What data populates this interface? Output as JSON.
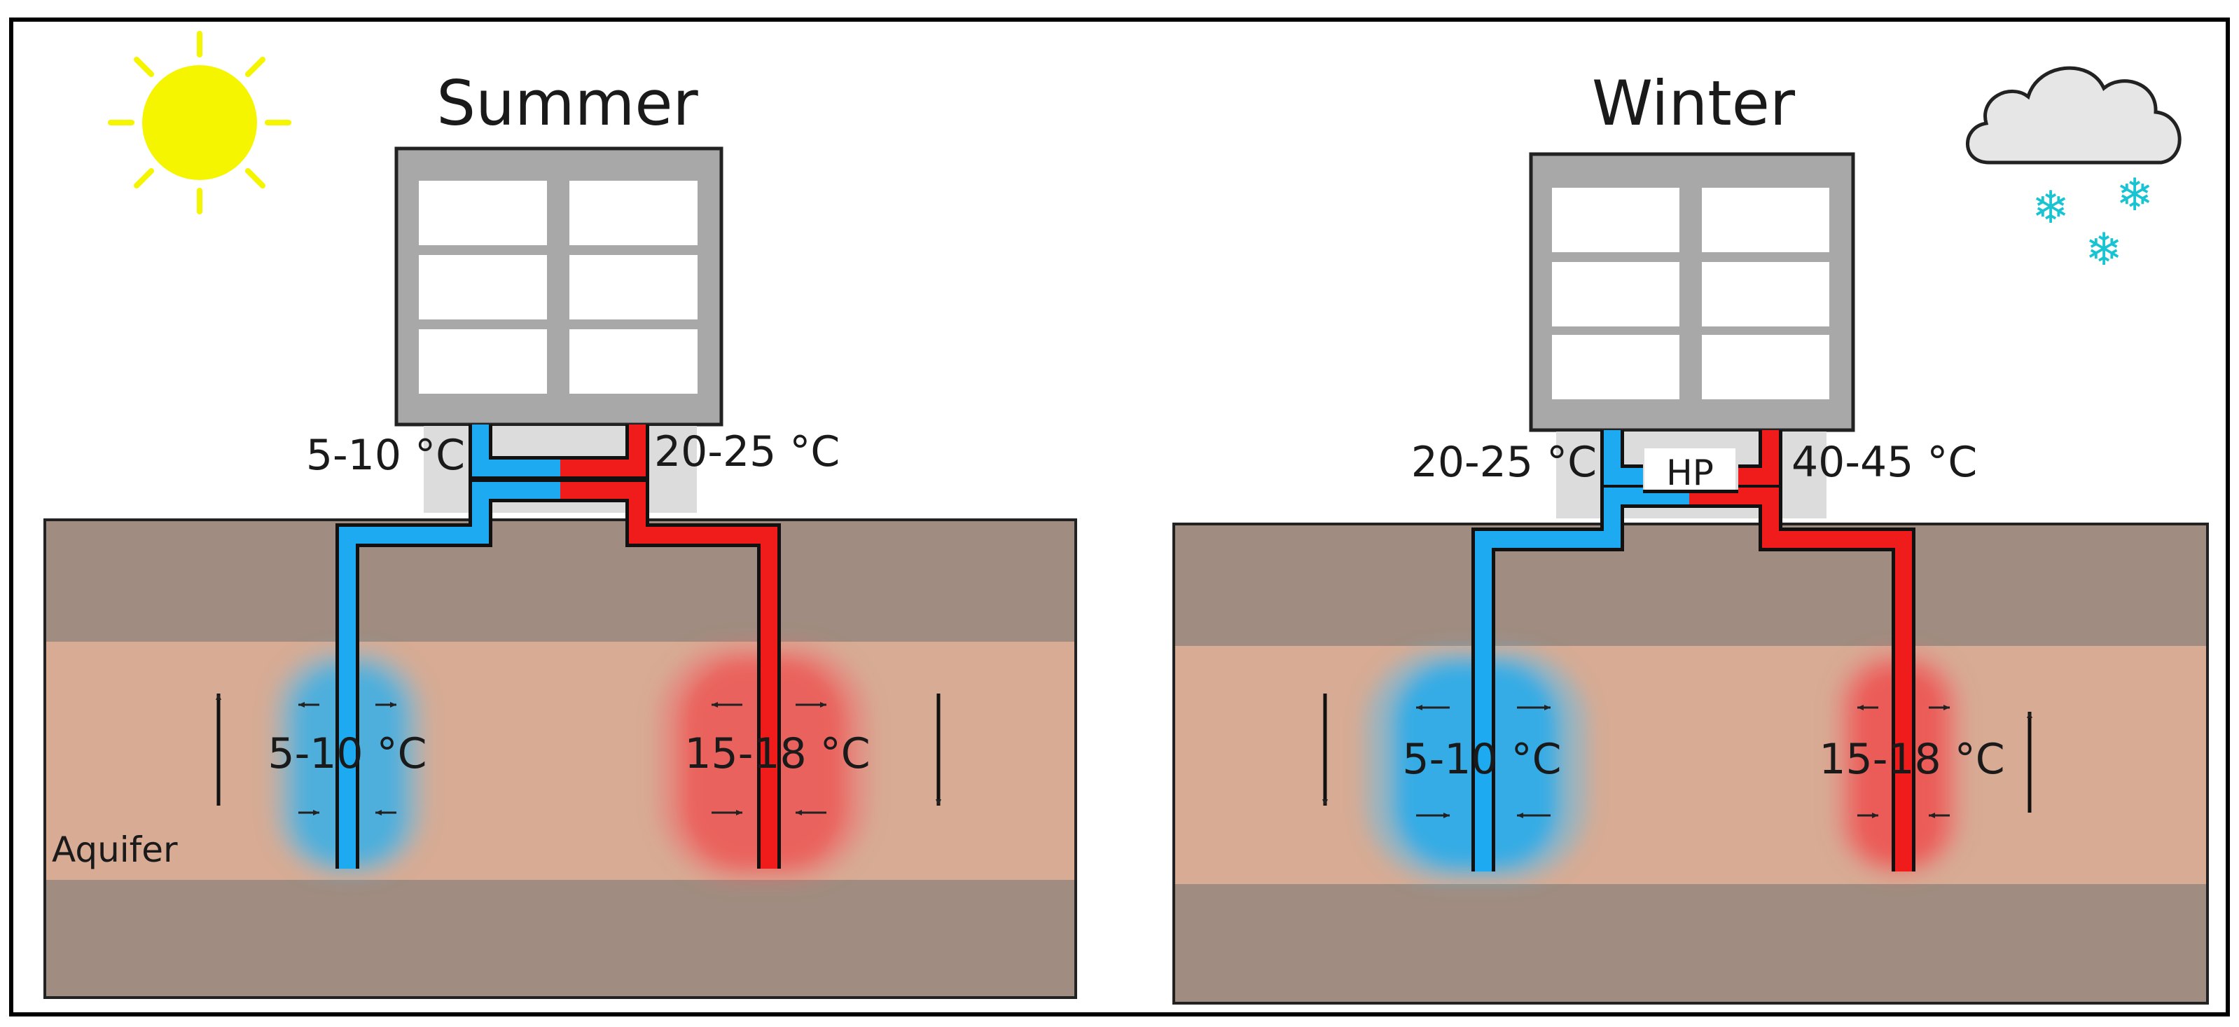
{
  "summer": {
    "title": "Summer",
    "pipe_cold_temp": "5-10 °C",
    "pipe_warm_temp": "20-25 °C",
    "cold_well_temp": "5-10 °C",
    "warm_well_temp": "15-18 °C",
    "aquifer_label": "Aquifer",
    "weather_icon": "sun-icon"
  },
  "winter": {
    "title": "Winter",
    "pipe_cold_temp": "20-25 °C",
    "pipe_warm_temp": "40-45 °C",
    "heat_pump_label": "HP",
    "cold_well_temp": "5-10 °C",
    "warm_well_temp": "15-18 °C",
    "weather_icon": "snow-cloud-icon",
    "snowflake_glyph": "❄"
  },
  "colors": {
    "cold_pipe": "#1eaaf0",
    "warm_pipe": "#f01c1c",
    "ground": "#a08c80",
    "aquifer": "#d7ab94",
    "building": "#a8a8a8",
    "sun": "#f5f500",
    "snow": "#19c4d2"
  }
}
